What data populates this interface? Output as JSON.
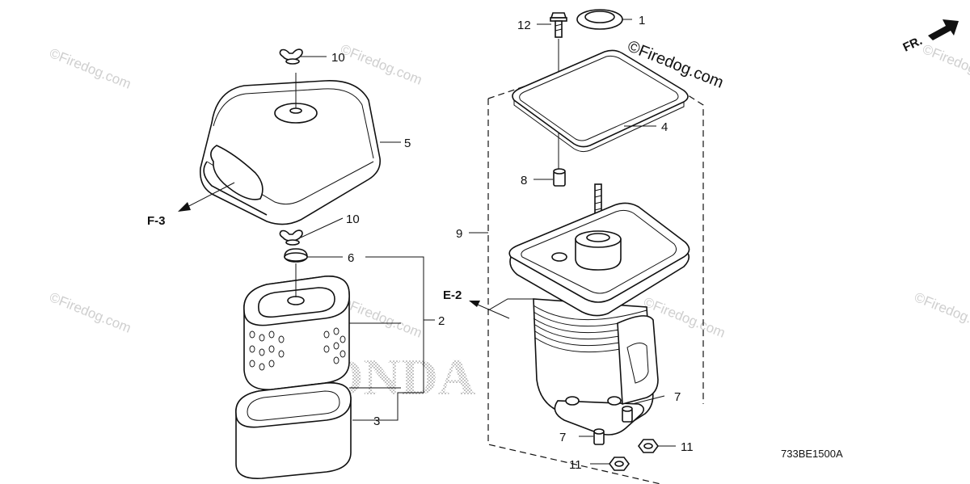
{
  "diagram": {
    "callouts": {
      "c1": "1",
      "c2": "2",
      "c3": "3",
      "c4": "4",
      "c5": "5",
      "c6": "6",
      "c7a": "7",
      "c7b": "7",
      "c8": "8",
      "c9": "9",
      "c10a": "10",
      "c10b": "10",
      "c11a": "11",
      "c11b": "11",
      "c12": "12"
    },
    "references": {
      "f3": "F-3",
      "e2": "E-2",
      "front": "FR."
    },
    "diagram_code": "733BE1500A",
    "watermark": "©Firedog.com",
    "brand_watermark": "HONDA"
  }
}
